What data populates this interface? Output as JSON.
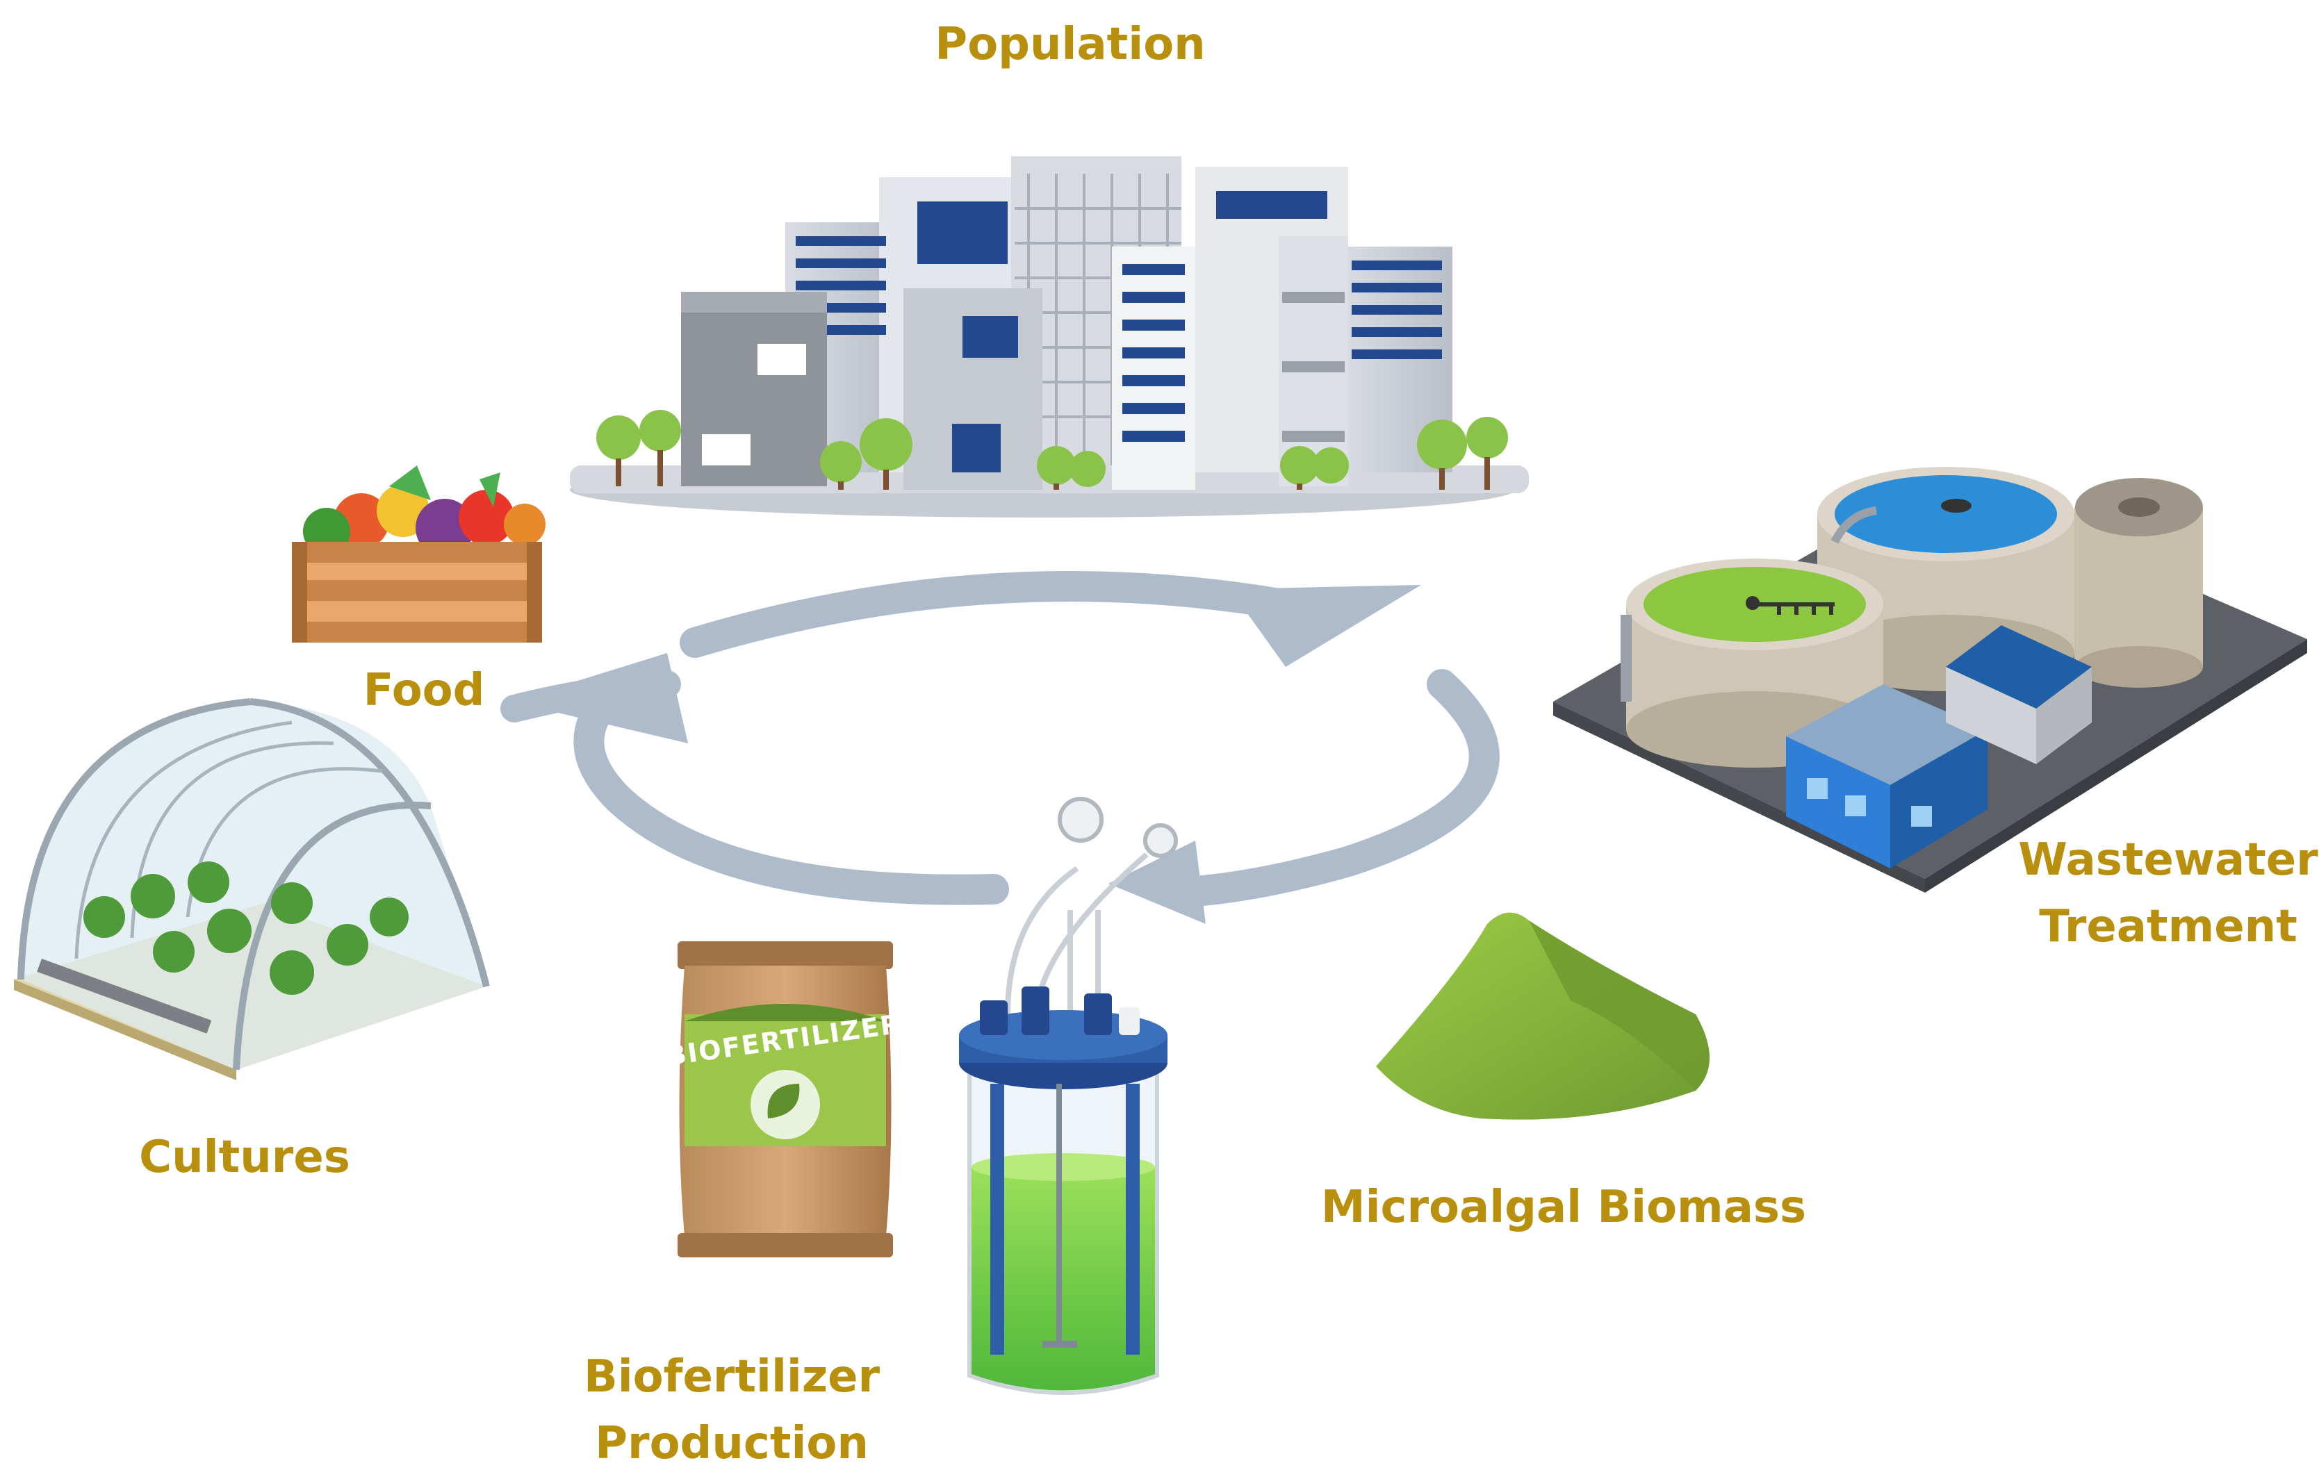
{
  "labels": {
    "population": "Population",
    "food": "Food",
    "cultures": "Cultures",
    "wastewater_line1": "Wastewater",
    "wastewater_line2": "Treatment",
    "microalgal_biomass": "Microalgal Biomass",
    "biofertilizer_line1": "Biofertilizer",
    "biofertilizer_line2": "Production"
  },
  "bag_text": "BIOFERTILIZER",
  "colors": {
    "label": "#b8900e",
    "cycle_arrow": "#aebbcb",
    "algae_green": "#8dc63f",
    "water_blue": "#2c8ed6",
    "building_gray": "#c9ced6"
  },
  "icons": {
    "city": "city-buildings-icon",
    "crate": "vegetable-crate-icon",
    "greenhouse": "greenhouse-icon",
    "plant": "wastewater-plant-icon",
    "pile": "biomass-pile-icon",
    "bag": "fertilizer-bag-icon",
    "reactor": "bioreactor-icon"
  }
}
